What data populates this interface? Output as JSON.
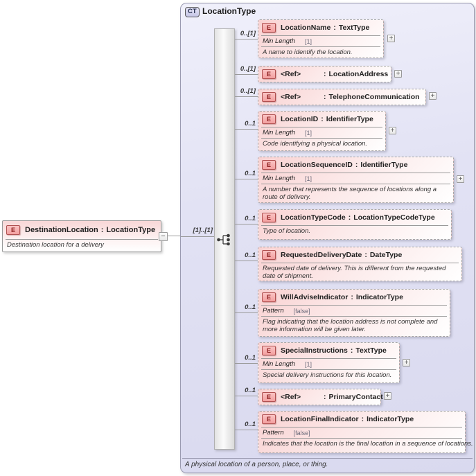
{
  "glyphs": {
    "colon": ":",
    "plus": "+",
    "minus": "−"
  },
  "root": {
    "badge": "E",
    "name": "DestinationLocation",
    "type": "LocationType",
    "description": "Destination location for a delivery",
    "cardinality": "[1]..[1]"
  },
  "container": {
    "badge": "CT",
    "title": "LocationType",
    "footer": "A physical location of a person, place, or thing."
  },
  "children": [
    {
      "badge": "E",
      "name": "LocationName",
      "type": "TextType",
      "cardinality": "0..[1]",
      "facet": {
        "label": "Min Length",
        "value": "[1]"
      },
      "description": "A name to identify the location."
    },
    {
      "badge": "E",
      "name": "<Ref>",
      "type": "LocationAddress",
      "cardinality": "0..[1]"
    },
    {
      "badge": "E",
      "name": "<Ref>",
      "type": "TelephoneCommunication",
      "cardinality": "0..[1]"
    },
    {
      "badge": "E",
      "name": "LocationID",
      "type": "IdentifierType",
      "cardinality": "0..1",
      "facet": {
        "label": "Min Length",
        "value": "[1]"
      },
      "description": "Code identifying a physical location."
    },
    {
      "badge": "E",
      "name": "LocationSequenceID",
      "type": "IdentifierType",
      "cardinality": "0..1",
      "facet": {
        "label": "Min Length",
        "value": "[1]"
      },
      "description": "A number that represents the sequence of locations along a route of delivery."
    },
    {
      "badge": "E",
      "name": "LocationTypeCode",
      "type": "LocationTypeCodeType",
      "cardinality": "0..1",
      "description": "Type of location."
    },
    {
      "badge": "E",
      "name": "RequestedDeliveryDate",
      "type": "DateType",
      "cardinality": "0..1",
      "description": "Requested date of delivery. This is different from the requested date of shipment."
    },
    {
      "badge": "E",
      "name": "WillAdviseIndicator",
      "type": "IndicatorType",
      "cardinality": "0..1",
      "facet": {
        "label": "Pattern",
        "value": "[false]"
      },
      "description": "Flag indicating that the location address is not complete and more information will be given later."
    },
    {
      "badge": "E",
      "name": "SpecialInstructions",
      "type": "TextType",
      "cardinality": "0..1",
      "facet": {
        "label": "Min Length",
        "value": "[1]"
      },
      "description": "Special delivery instructions for this location."
    },
    {
      "badge": "E",
      "name": "<Ref>",
      "type": "PrimaryContact",
      "cardinality": "0..1"
    },
    {
      "badge": "E",
      "name": "LocationFinalIndicator",
      "type": "IndicatorType",
      "cardinality": "0..1",
      "facet": {
        "label": "Pattern",
        "value": "[false]"
      },
      "description": "Indicates that the location is the final location in a sequence of locations."
    }
  ]
}
